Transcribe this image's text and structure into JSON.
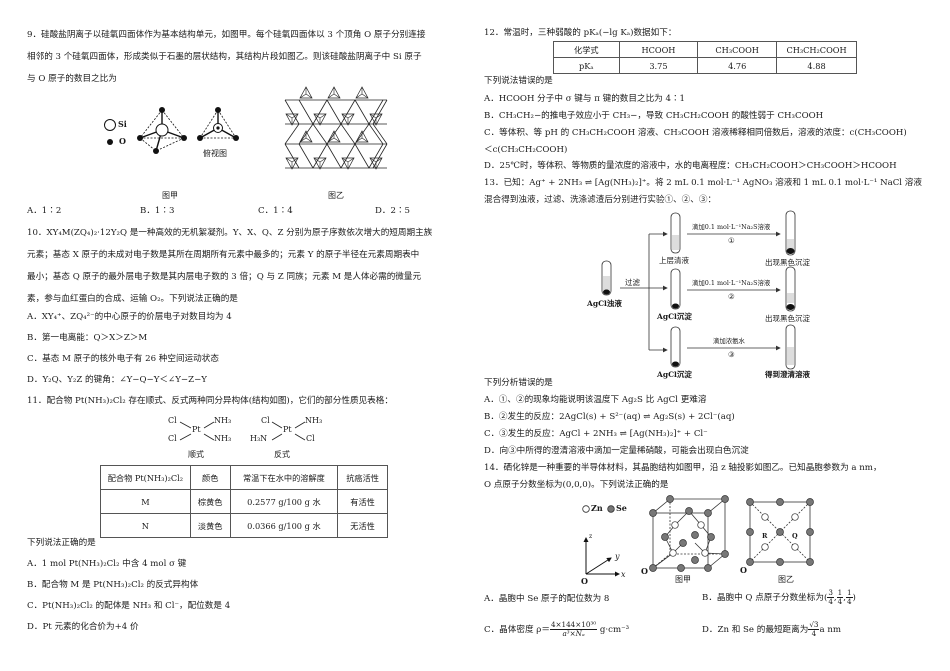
{
  "left": {
    "q9": {
      "stem_line1": "9．硅酸盐阴离子以硅氧四面体作为基本结构单元，如图甲。每个硅氧四面体以 3 个顶角 O 原子分别连接",
      "stem_line2": "相邻的 3 个硅氧四面体，形成类似于石墨的层状结构，其结构片段如图乙。则该硅酸盐阴离子中 Si 原子",
      "stem_line3": "与 O 原子的数目之比为",
      "legend_si": "Si",
      "legend_o": "O",
      "top_view_label": "俯视图",
      "fig_jia": "图甲",
      "fig_yi": "图乙",
      "options": [
        "A．1∶2",
        "B．1∶3",
        "C．1∶4",
        "D．2∶5"
      ]
    },
    "q10": {
      "stem_line1": "10．XY₄M(ZQ₄)₂·12Y₂Q 是一种高效的无机絮凝剂。Y、X、Q、Z 分别为原子序数依次增大的短周期主族",
      "stem_line2": "元素；基态 X 原子的未成对电子数是其所在周期所有元素中最多的；元素 Y 的原子半径在元素周期表中",
      "stem_line3": "最小；基态 Q 原子的最外层电子数是其内层电子数的 3 倍；Q 与 Z 同族；元素 M 是人体必需的微量元",
      "stem_line4": "素，参与血红蛋白的合成、运输 O₂。下列说法正确的是",
      "options": [
        "A．XY₄⁺、ZQ₄²⁻的中心原子的价层电子对数目均为 4",
        "B．第一电离能：Q＞X＞Z＞M",
        "C．基态 M 原子的核外电子有 26 种空间运动状态",
        "D．Y₂Q、Y₂Z 的键角：∠Y−Q−Y＜∠Y−Z−Y"
      ]
    },
    "q11": {
      "stem": "11．配合物 Pt(NH₃)₂Cl₂ 存在顺式、反式两种同分异构体(结构如图)，它们的部分性质见表格：",
      "cis_label": "顺式",
      "trans_label": "反式",
      "cis_atoms": {
        "tl": "Cl",
        "tr": "NH₃",
        "bl": "Cl",
        "br": "NH₃",
        "center": "Pt"
      },
      "trans_atoms": {
        "tl": "Cl",
        "tr": "NH₃",
        "bl": "H₃N",
        "br": "Cl",
        "center": "Pt"
      },
      "table": {
        "headers": [
          "配合物 Pt(NH₃)₂Cl₂",
          "颜色",
          "常温下在水中的溶解度",
          "抗癌活性"
        ],
        "rows": [
          [
            "M",
            "棕黄色",
            "0.2577 g/100 g 水",
            "有活性"
          ],
          [
            "N",
            "淡黄色",
            "0.0366 g/100 g 水",
            "无活性"
          ]
        ]
      },
      "prompt": "下列说法正确的是",
      "options": [
        "A．1 mol Pt(NH₃)₂Cl₂ 中含 4 mol σ 键",
        "B．配合物 M 是 Pt(NH₃)₂Cl₂ 的反式异构体",
        "C．Pt(NH₃)₂Cl₂ 的配体是 NH₃ 和 Cl⁻，配位数是 4",
        "D．Pt 元素的化合价为+4 价"
      ]
    }
  },
  "right": {
    "q12": {
      "stem": "12．常温时，三种弱酸的 pKₐ(−lg Kₐ)数据如下：",
      "table": {
        "headers": [
          "化学式",
          "HCOOH",
          "CH₃COOH",
          "CH₃CH₂COOH"
        ],
        "row_label": "pKₐ",
        "values": [
          "3.75",
          "4.76",
          "4.88"
        ]
      },
      "prompt": "下列说法错误的是",
      "options": [
        "A．HCOOH 分子中 σ 键与 π 键的数目之比为 4∶1",
        "B．CH₃CH₂−的推电子效应小于 CH₃−，导致 CH₃CH₂COOH 的酸性弱于 CH₃COOH",
        "C．等体积、等 pH 的 CH₃CH₂COOH 溶液、CH₃COOH 溶液稀释相同倍数后，溶液的浓度：c(CH₃COOH)",
        "＜c(CH₃CH₂COOH)",
        "D．25℃时，等体积、等物质的量浓度的溶液中，水的电离程度：CH₃CH₂COOH＞CH₃COOH＞HCOOH"
      ]
    },
    "q13": {
      "stem_line1": "13．已知：Ag⁺ + 2NH₃ ⇌ [Ag(NH₃)₂]⁺。将 2 mL 0.1 mol·L⁻¹ AgNO₃ 溶液和 1 mL 0.1 mol·L⁻¹ NaCl 溶液",
      "stem_line2": "混合得到浊液，过滤、洗涤滤渣后分别进行实验①、②、③：",
      "diagram": {
        "start_label": "AgCl浊液",
        "filter_label": "过滤",
        "branches": [
          {
            "tube_label": "上层清液",
            "reagent": "滴加0.1 mol·L⁻¹Na₂S溶液",
            "step": "①",
            "result": "出现黑色沉淀"
          },
          {
            "tube_label": "AgCl沉淀",
            "reagent": "滴加0.1 mol·L⁻¹Na₂S溶液",
            "step": "②",
            "result": "出现黑色沉淀"
          },
          {
            "tube_label": "AgCl沉淀",
            "reagent": "滴加浓氨水",
            "step": "③",
            "result": "得到澄清溶液"
          }
        ]
      },
      "prompt": "下列分析错误的是",
      "options": [
        "A．①、②的现象均能说明该温度下 Ag₂S 比 AgCl 更难溶",
        "B．②发生的反应：2AgCl(s) + S²⁻(aq) ⇌ Ag₂S(s) + 2Cl⁻(aq)",
        "C．③发生的反应：AgCl + 2NH₃ ⇌ [Ag(NH₃)₂]⁺ + Cl⁻",
        "D．向③中所得的澄清溶液中滴加一定量稀硝酸，可能会出现白色沉淀"
      ]
    },
    "q14": {
      "stem_line1": "14．硒化锌是一种重要的半导体材料，其晶胞结构如图甲，沿 z 轴投影如图乙。已知晶胞参数为 a nm，",
      "stem_line2": "O 点原子分数坐标为(0,0,0)。下列说法正确的是",
      "legend_zn": "Zn",
      "legend_se": "Se",
      "axis": {
        "x": "x",
        "y": "y",
        "z": "z",
        "origin": "O"
      },
      "fig_jia": "图甲",
      "fig_yi": "图乙",
      "point_r": "R",
      "point_q": "Q",
      "options": {
        "a": "A．晶胞中 Se 原子的配位数为 8",
        "b_prefix": "B．晶胞中 Q 点原子分数坐标为(",
        "b_fracs": [
          [
            "3",
            "4"
          ],
          [
            "1",
            "4"
          ],
          [
            "1",
            "4"
          ]
        ],
        "b_suffix": ")",
        "c_prefix": "C．晶体密度 ρ＝",
        "c_num": "4×144×10³⁰",
        "c_den": "a³×Nₐ",
        "c_suffix": "g·cm⁻³",
        "d_prefix": "D．Zn 和 Se 的最短距离为",
        "d_num": "√3",
        "d_den": "4",
        "d_suffix": "a nm"
      }
    }
  }
}
